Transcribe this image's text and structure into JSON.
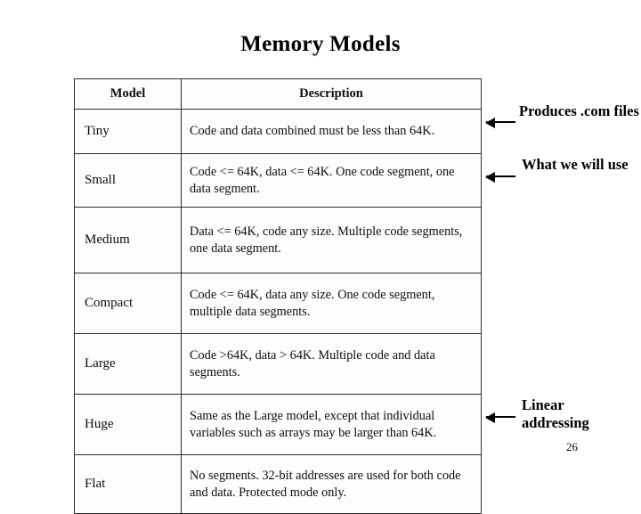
{
  "slide": {
    "title": "Memory Models",
    "page_number": "26"
  },
  "table": {
    "headers": {
      "model": "Model",
      "description": "Description"
    },
    "rows": [
      {
        "model": "Tiny",
        "description": "Code and data combined must be less than 64K."
      },
      {
        "model": "Small",
        "description": "Code <= 64K, data <= 64K. One code segment, one data segment."
      },
      {
        "model": "Medium",
        "description": "Data <= 64K, code any size. Multiple code segments, one data segment."
      },
      {
        "model": "Compact",
        "description": "Code <= 64K, data any size. One code segment, multiple data segments."
      },
      {
        "model": "Large",
        "description": "Code >64K,  data > 64K. Multiple code and data segments."
      },
      {
        "model": "Huge",
        "description": "Same as the Large model, except that individual variables such as arrays may be larger than 64K."
      },
      {
        "model": "Flat",
        "description": "No segments. 32-bit addresses are used for both code and data. Protected mode only."
      }
    ]
  },
  "callouts": [
    {
      "text": "Produces .com files"
    },
    {
      "text": "What we will  use"
    },
    {
      "text": "Linear addressing"
    }
  ]
}
